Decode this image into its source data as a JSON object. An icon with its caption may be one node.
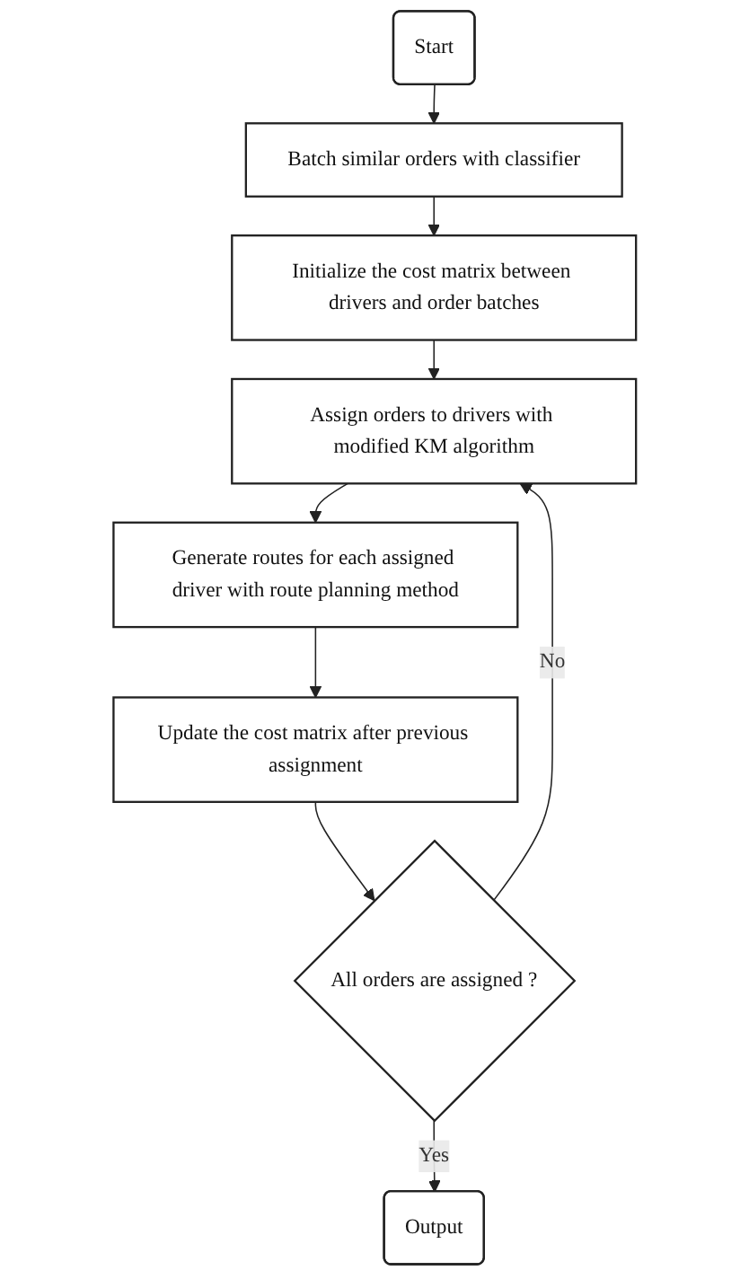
{
  "diagram": {
    "nodes": [
      {
        "text": [
          "Start"
        ]
      },
      {
        "text": [
          "Batch similar orders with classifier"
        ]
      },
      {
        "text": [
          "Initialize the cost matrix between drivers and order batches"
        ]
      },
      {
        "text": [
          "Assign orders to drivers with modified KM algorithm"
        ]
      },
      {
        "text": [
          "Generate routes for each assigned driver with route planning method"
        ]
      },
      {
        "text": [
          "Update the cost matrix after previous assignment"
        ]
      },
      {
        "text": [
          "All orders are assigned ?"
        ]
      },
      {
        "text": [
          "Output"
        ]
      }
    ],
    "edges": [
      {
        "from": 0,
        "to": 1,
        "arrow": "to"
      },
      {
        "from": 1,
        "to": 2,
        "arrow": "to"
      },
      {
        "from": 2,
        "to": 3,
        "arrow": "to"
      },
      {
        "from": 3,
        "to": 4,
        "arrow": "to"
      },
      {
        "from": 4,
        "to": 5,
        "arrow": "to"
      },
      {
        "from": 5,
        "to": 6,
        "arrow": "to"
      },
      {
        "from": 6,
        "to": 3,
        "arrow": "to",
        "label": "No"
      },
      {
        "from": 6,
        "to": 7,
        "arrow": "to",
        "label": "Yes"
      }
    ]
  }
}
